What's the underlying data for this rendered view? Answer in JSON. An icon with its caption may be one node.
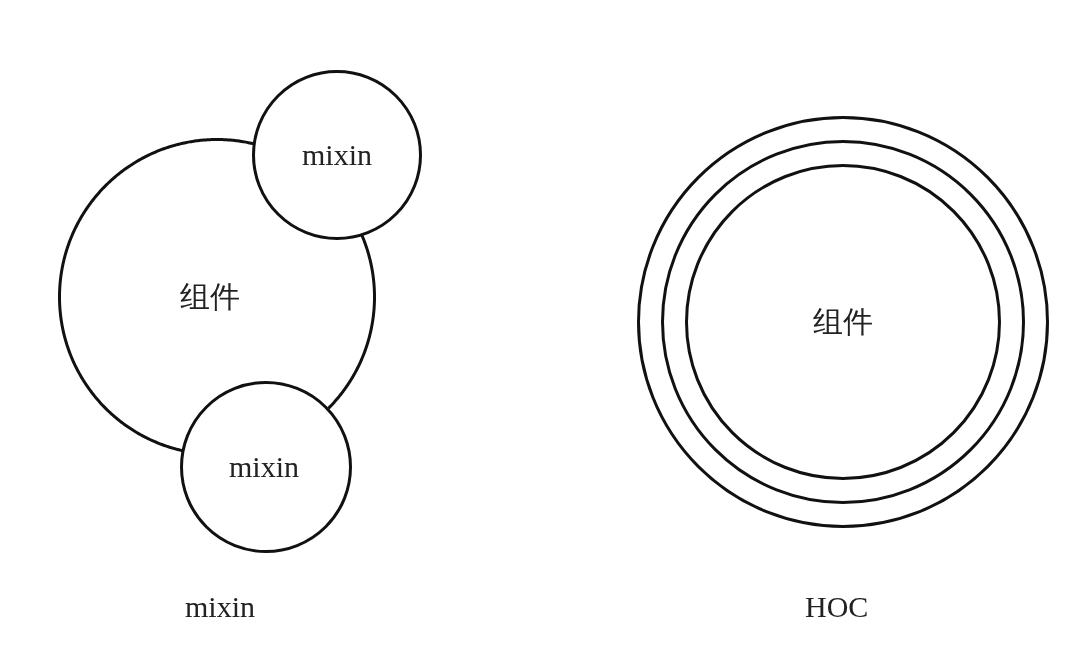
{
  "diagram": {
    "nodes": [
      {
        "text": [
          "组件"
        ]
      },
      {
        "text": [
          "mixin"
        ]
      },
      {
        "text": [
          "mixin"
        ]
      },
      {
        "text": [],
        "shape": "circle"
      },
      {
        "text": [],
        "shape": "circle",
        "in": 3
      },
      {
        "text": [
          "组件"
        ],
        "in": 4
      }
    ],
    "labels": [
      "mixin",
      "HOC"
    ]
  }
}
